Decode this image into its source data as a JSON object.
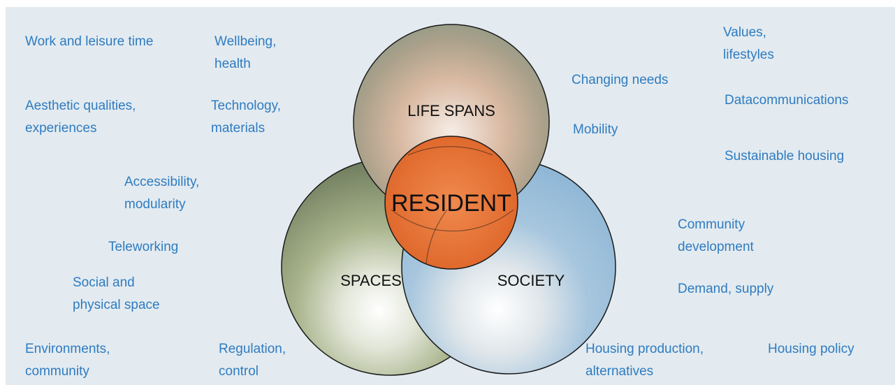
{
  "diagram": {
    "center_label": "RESIDENT",
    "circles": {
      "top": "LIFE SPANS",
      "left": "SPACES",
      "right": "SOCIETY"
    },
    "terms": {
      "work_leisure": "Work and leisure time",
      "wellbeing": "Wellbeing,\nhealth",
      "aesthetic": "Aesthetic qualities,\nexperiences",
      "technology": "Technology,\nmaterials",
      "accessibility": "Accessibility,\nmodularity",
      "teleworking": "Teleworking",
      "social_space": "Social and\nphysical space",
      "environments": "Environments,\ncommunity",
      "regulation": "Regulation,\ncontrol",
      "changing_needs": "Changing needs",
      "mobility": "Mobility",
      "values": "Values,\nlifestyles",
      "datacomm": "Datacommunications",
      "sustainable": "Sustainable housing",
      "community_dev": "Community\ndevelopment",
      "demand": "Demand, supply",
      "housing_production": "Housing  production,\nalternatives",
      "housing_policy": "Housing policy"
    }
  },
  "colors": {
    "background": "#e3ebf0",
    "term_text": "#2f7bc0",
    "center_fill": "#e8763a",
    "circle_stroke": "#1a1a1a"
  }
}
